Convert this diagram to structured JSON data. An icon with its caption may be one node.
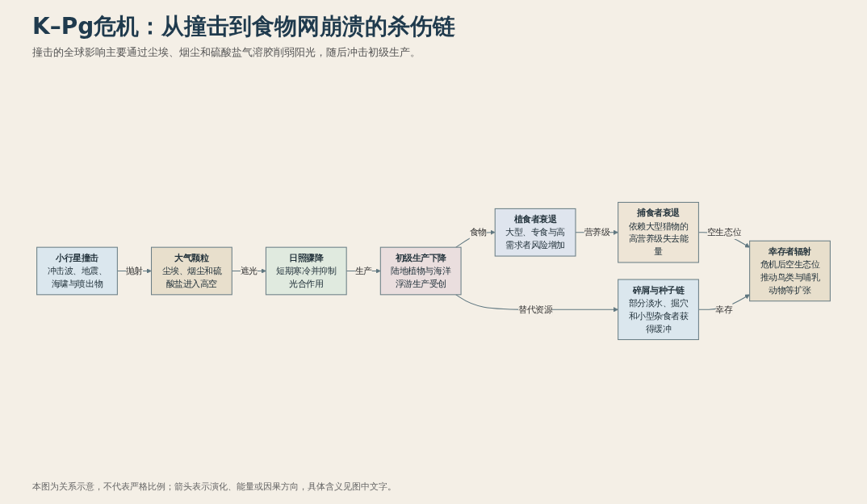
{
  "diagram": {
    "title": "K–Pg危机：从撞击到食物网崩溃的杀伤链",
    "nodes": [
      {
        "text": [
          "小行星撞击",
          "冲击波、地震、海啸与喷出物"
        ]
      },
      {
        "text": [
          "大气颗粒",
          "尘埃、烟尘和硫酸盐进入高空"
        ]
      },
      {
        "text": [
          "日照骤降",
          "短期寒冷并抑制光合作用"
        ]
      },
      {
        "text": [
          "初级生产下降",
          "陆地植物与海洋浮游生产受创"
        ]
      },
      {
        "text": [
          "植食者衰退",
          "大型、专食与高需求者风险增加"
        ]
      },
      {
        "text": [
          "捕食者衰退",
          "依赖大型猎物的高营养级失去能量"
        ]
      },
      {
        "text": [
          "碎屑与种子链",
          "部分淡水、掘穴和小型杂食者获得缓冲"
        ]
      },
      {
        "text": [
          "幸存者辐射",
          "危机后空生态位推动鸟类与哺乳动物等扩张"
        ]
      }
    ],
    "edges": [
      {
        "from": 0,
        "to": 1,
        "arrow": "to",
        "label": "抛射"
      },
      {
        "from": 1,
        "to": 2,
        "arrow": "to",
        "label": "遮光"
      },
      {
        "from": 2,
        "to": 3,
        "arrow": "to",
        "label": "生产"
      },
      {
        "from": 3,
        "to": 4,
        "arrow": "to",
        "label": "食物"
      },
      {
        "from": 4,
        "to": 5,
        "arrow": "to",
        "label": "营养级"
      },
      {
        "from": 3,
        "to": 6,
        "arrow": "to",
        "label": "替代资源"
      },
      {
        "from": 5,
        "to": 7,
        "arrow": "to",
        "label": "空生态位"
      },
      {
        "from": 6,
        "to": 7,
        "arrow": "to",
        "label": "幸存"
      }
    ],
    "labels": [
      "撞击的全球影响主要通过尘埃、烟尘和硫酸盐气溶胶削弱阳光，随后冲击初级生产。",
      "本图为关系示意，不代表严格比例；箭头表示演化、能量或因果方向，具体含义见图中文字。"
    ]
  }
}
